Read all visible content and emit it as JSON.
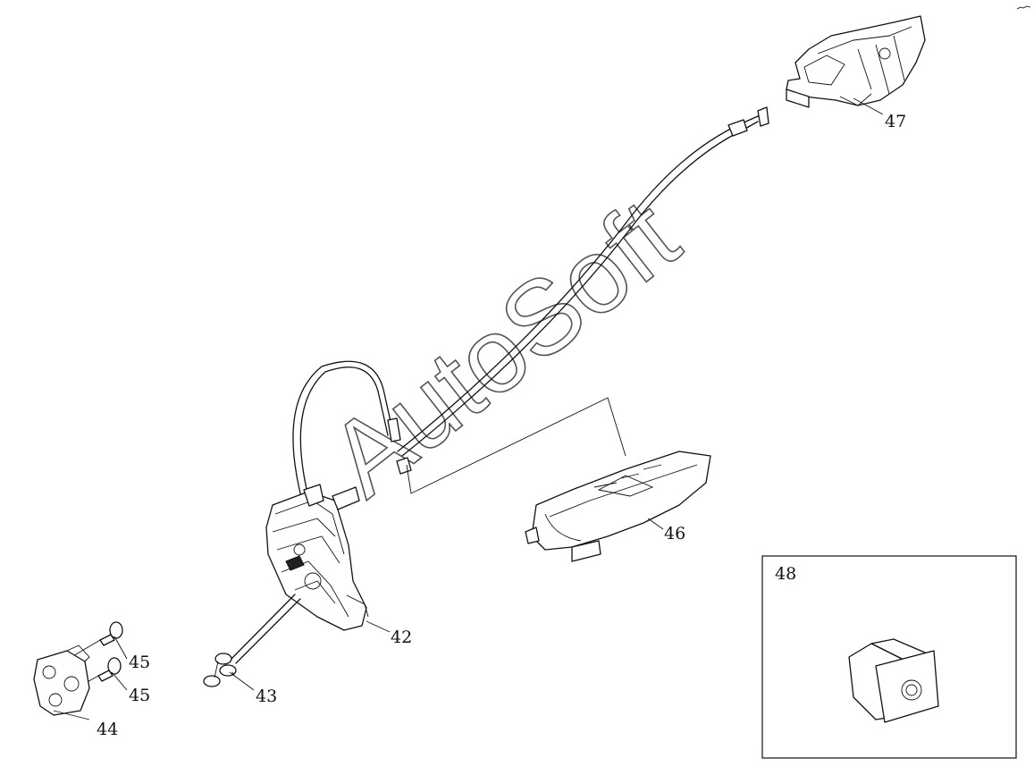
{
  "watermark": "AutoSoft",
  "inset_label": "48",
  "parts": [
    {
      "num": "42",
      "desc": "door-lock-actuator"
    },
    {
      "num": "43",
      "desc": "screws"
    },
    {
      "num": "44",
      "desc": "striker-plate"
    },
    {
      "num": "45",
      "desc": "bolt"
    },
    {
      "num": "45",
      "desc": "bolt"
    },
    {
      "num": "46",
      "desc": "outer-door-handle"
    },
    {
      "num": "47",
      "desc": "inner-handle-bracket"
    }
  ]
}
